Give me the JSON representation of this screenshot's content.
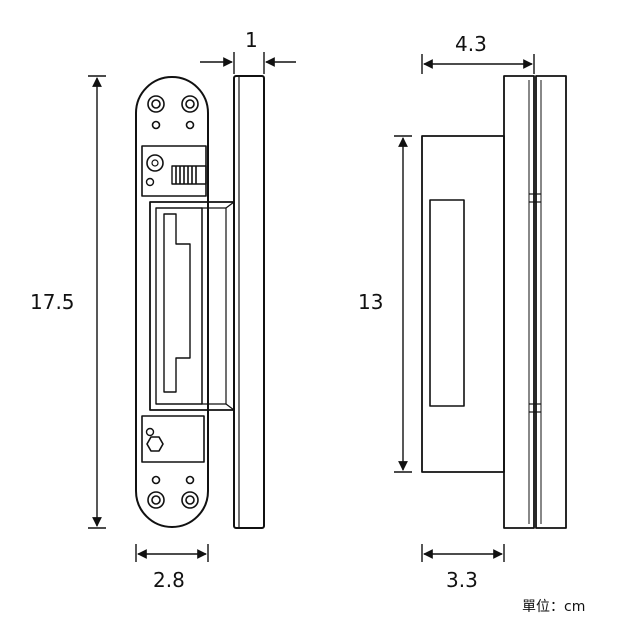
{
  "dimensions": {
    "thickness": "1",
    "total_height": "17.5",
    "body_width": "2.8",
    "side_depth": "4.3",
    "body_height": "13",
    "body_depth": "3.3"
  },
  "unit_label": "單位：cm",
  "colors": {
    "line": "#111111",
    "background": "#ffffff"
  }
}
